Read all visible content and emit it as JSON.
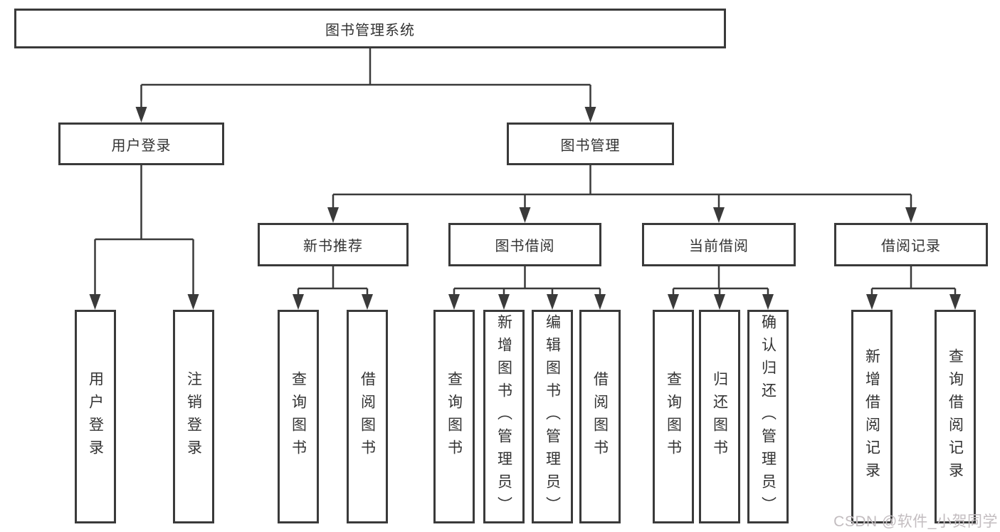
{
  "diagram": {
    "root": {
      "label": "图书管理系统"
    },
    "branches": [
      {
        "label": "用户登录",
        "children": [
          {
            "label": "用户登录"
          },
          {
            "label": "注销登录"
          }
        ]
      },
      {
        "label": "图书管理",
        "children": [
          {
            "label": "新书推荐",
            "children": [
              {
                "label": "查询图书"
              },
              {
                "label": "借阅图书"
              }
            ]
          },
          {
            "label": "图书借阅",
            "children": [
              {
                "label": "查询图书"
              },
              {
                "label": "新增图书（管理员）"
              },
              {
                "label": "编辑图书（管理员）"
              },
              {
                "label": "借阅图书"
              }
            ]
          },
          {
            "label": "当前借阅",
            "children": [
              {
                "label": "查询图书"
              },
              {
                "label": "归还图书"
              },
              {
                "label": "确认归还（管理员）"
              }
            ]
          },
          {
            "label": "借阅记录",
            "children": [
              {
                "label": "新增借阅记录"
              },
              {
                "label": "查询借阅记录"
              }
            ]
          }
        ]
      }
    ],
    "watermark": "CSDN @软件_小贺同学",
    "colors": {
      "line": "#3a3a3a",
      "text": "#333333",
      "watermark": "#c3bdc0",
      "background": "#ffffff"
    }
  }
}
